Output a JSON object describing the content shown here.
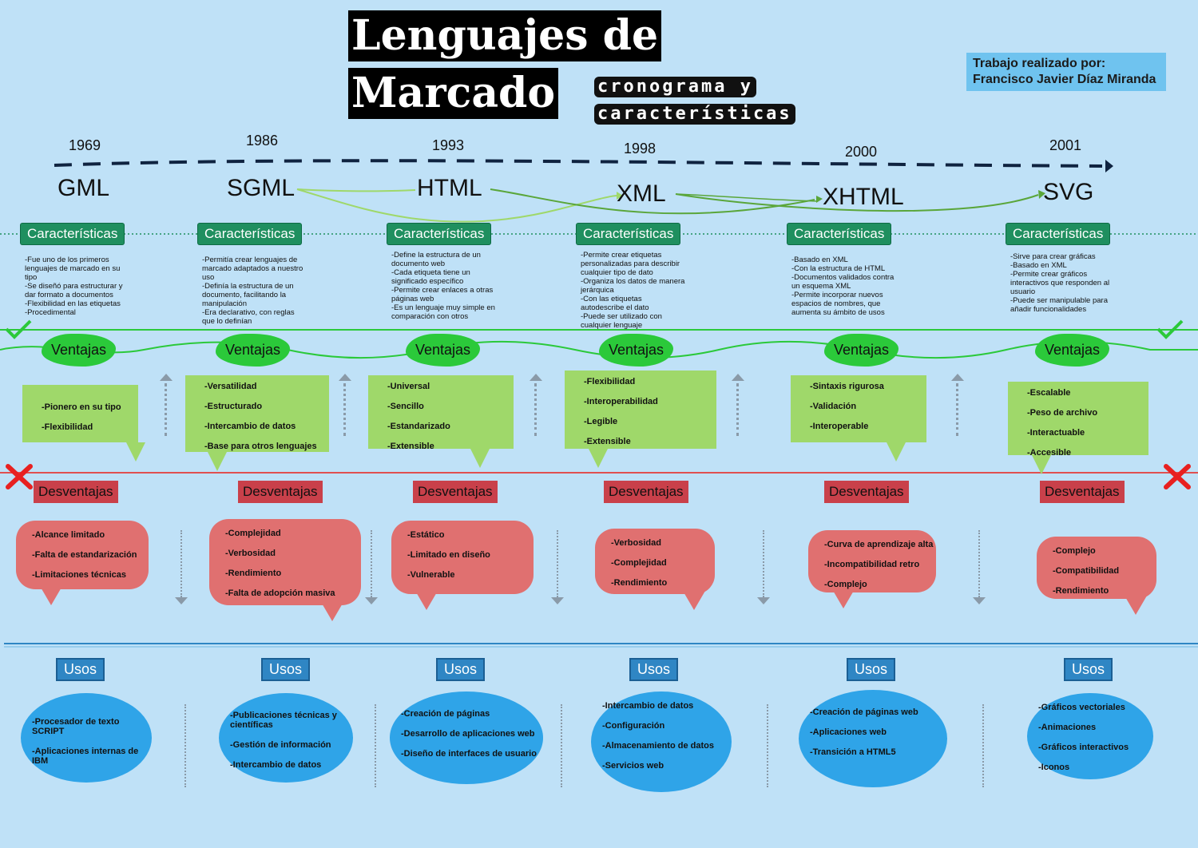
{
  "title": {
    "line1": "Lenguajes de",
    "line2": "Marcado"
  },
  "subtitle": {
    "line1": "cronograma y",
    "line2": "características"
  },
  "author": {
    "line1": "Trabajo realizado por:",
    "line2": "Francisco Javier Díaz Miranda"
  },
  "labels": {
    "caracteristicas": "Características",
    "ventajas": "Ventajas",
    "desventajas": "Desventajas",
    "usos": "Usos"
  },
  "colors": {
    "background": "#bfe1f7",
    "caracteristicas": "#1f8f5f",
    "ventajas": "#2bc93a",
    "ventajas_box": "#9fd86a",
    "desventajas": "#c9404a",
    "desventajas_box": "#e07070",
    "usos": "#2f86c4",
    "usos_box": "#2fa4e8"
  },
  "icons": {
    "check": "check-icon",
    "cross": "cross-icon"
  },
  "languages": [
    {
      "year": "1969",
      "name": "GML",
      "caracteristicas": "-Fue uno de los primeros\nlenguajes de marcado en su\ntipo\n-Se diseñó para estructurar y\ndar formato a documentos\n-Flexibilidad en las etiquetas\n-Procedimental",
      "ventajas": [
        "-Pionero en su tipo",
        "-Flexibilidad"
      ],
      "desventajas": [
        "-Alcance limitado",
        "-Falta de estandarización",
        "-Limitaciones técnicas"
      ],
      "usos": [
        "-Procesador de texto\nSCRIPT",
        "-Aplicaciones internas de\nIBM"
      ]
    },
    {
      "year": "1986",
      "name": "SGML",
      "caracteristicas": "-Permitía crear lenguajes de\nmarcado adaptados a nuestro\nuso\n-Definía la estructura de un\ndocumento, facilitando la\nmanipulación\n-Era declarativo, con reglas\nque lo definían",
      "ventajas": [
        "-Versatilidad",
        "-Estructurado",
        "-Intercambio de datos",
        "-Base para otros lenguajes"
      ],
      "desventajas": [
        "-Complejidad",
        "-Verbosidad",
        "-Rendimiento",
        "-Falta de adopción masiva"
      ],
      "usos": [
        "-Publicaciones técnicas y\ncientíficas",
        "-Gestión de información",
        "-Intercambio de datos"
      ]
    },
    {
      "year": "1993",
      "name": "HTML",
      "caracteristicas": "-Define la estructura de un\ndocumento web\n-Cada etiqueta tiene un\nsignificado específico\n-Permite crear enlaces a otras\npáginas web\n-Es un lenguaje muy simple en\ncomparación con otros",
      "ventajas": [
        "-Universal",
        "-Sencillo",
        "-Estandarizado",
        "-Extensible"
      ],
      "desventajas": [
        "-Estático",
        "-Limitado en diseño",
        "-Vulnerable"
      ],
      "usos": [
        "-Creación de páginas",
        "-Desarrollo de aplicaciones web",
        "-Diseño de interfaces de usuario"
      ]
    },
    {
      "year": "1998",
      "name": "XML",
      "caracteristicas": "-Permite crear etiquetas\npersonalizadas para describir\ncualquier tipo de dato\n-Organiza los datos de manera\njerárquica\n-Con las etiquetas\nautodescribe el dato\n-Puede ser utilizado con\ncualquier lenguaje",
      "ventajas": [
        "-Flexibilidad",
        "-Interoperabilidad",
        "-Legible",
        "-Extensible"
      ],
      "desventajas": [
        "-Verbosidad",
        "-Complejidad",
        "-Rendimiento"
      ],
      "usos": [
        "-Intercambio de datos",
        "-Configuración",
        "-Almacenamiento de datos",
        "-Servicios web"
      ]
    },
    {
      "year": "2000",
      "name": "XHTML",
      "caracteristicas": "-Basado en XML\n-Con la estructura de HTML\n-Documentos validados contra\nun esquema XML\n-Permite incorporar nuevos\nespacios de nombres, que\naumenta su ámbito de usos",
      "ventajas": [
        "-Sintaxis rigurosa",
        "-Validación",
        "-Interoperable"
      ],
      "desventajas": [
        "-Curva de aprendizaje alta",
        "-Incompatibilidad retro",
        "-Complejo"
      ],
      "usos": [
        "-Creación de páginas web",
        "-Aplicaciones web",
        "-Transición a HTML5"
      ]
    },
    {
      "year": "2001",
      "name": "SVG",
      "caracteristicas": "-Sirve para crear gráficas\n-Basado en XML\n-Permite crear gráficos\ninteractivos que responden al\nusuario\n-Puede ser manipulable para\nañadir funcionalidades",
      "ventajas": [
        "-Escalable",
        "-Peso de archivo",
        "-Interactuable",
        "-Accesible"
      ],
      "desventajas": [
        "-Complejo",
        "-Compatibilidad",
        "-Rendimiento"
      ],
      "usos": [
        "-Gráficos vectoriales",
        "-Animaciones",
        "-Gráficos interactivos",
        "-Iconos"
      ]
    }
  ]
}
